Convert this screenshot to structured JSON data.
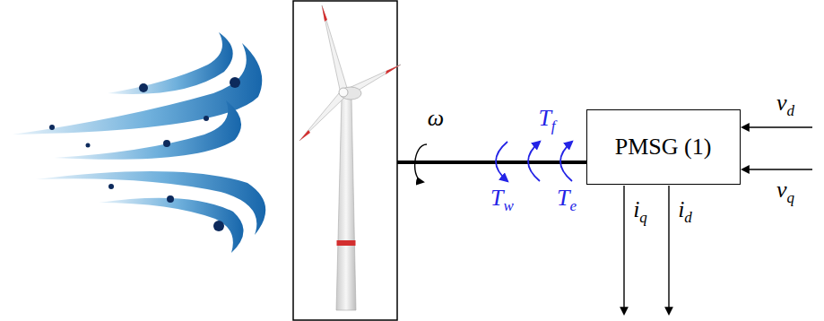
{
  "diagram": {
    "nodes": [
      {
        "text": [
          "PMSG (1)"
        ]
      }
    ],
    "labels": [
      "ω",
      "Tf",
      "Tw",
      "Te",
      "vd",
      "vq",
      "iq",
      "id"
    ]
  }
}
